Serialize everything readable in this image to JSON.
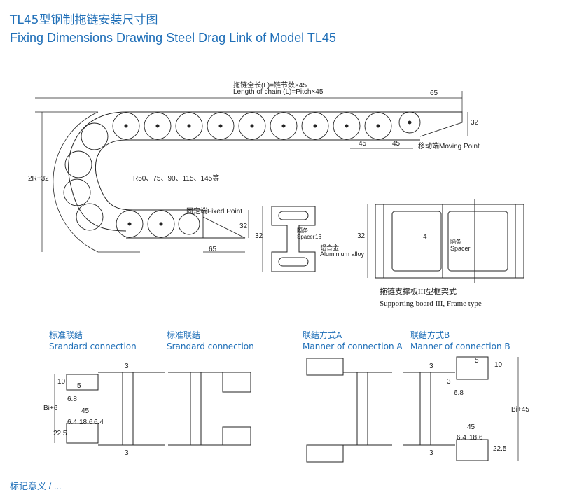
{
  "title_cn": "TL45型钢制拖链安装尺寸图",
  "title_en": "Fixing Dimensions Drawing Steel Drag Link of Model TL45",
  "chain_length_cn": "拖链全长(L)=链节数×45",
  "chain_length_en": "Length of chain (L)=Pitch×45",
  "dim_65_top": "65",
  "dim_32_top": "32",
  "dim_45_a": "45",
  "dim_45_b": "45",
  "moving_point": "移动端Moving Point",
  "dim_2r": "2R+32",
  "radius_list": "R50、75、90、115、145等",
  "fixed_point": "固定端Fixed Point",
  "dim_32_fixed": "32",
  "dim_65_bottom": "65",
  "profile": {
    "dim_32": "32",
    "spacer_cn": "隔条",
    "spacer_en": "Spacer",
    "dim_16": "16",
    "alloy_cn": "铝合金",
    "alloy_en": "Aluminium alloy"
  },
  "frame": {
    "dim_32": "32",
    "dim_4": "4",
    "spacer_cn": "隔条",
    "spacer_en": "Spacer",
    "caption_cn": "拖链支撑板III型框架式",
    "caption_en": "Supporting board III, Frame type"
  },
  "sections": [
    {
      "cn": "标准联结",
      "en": "Srandard connection"
    },
    {
      "cn": "标准联结",
      "en": "Srandard connection"
    },
    {
      "cn": "联结方式A",
      "en": "Manner of connection A"
    },
    {
      "cn": "联结方式B",
      "en": "Manner of connection B"
    }
  ],
  "conn_left": {
    "d10": "10",
    "d5": "5",
    "d68": "6.8",
    "d45": "45",
    "d64a": "6.4",
    "d186": "18.6",
    "d64b": "6.4",
    "d225": "22.5",
    "dbi6": "Bi+6",
    "d3a": "3",
    "d3b": "3"
  },
  "conn_b": {
    "d5": "5",
    "d10": "10",
    "d3a": "3",
    "d68": "6.8",
    "d45": "45",
    "d64": "6.4",
    "d186": "18.6",
    "d225": "22.5",
    "dbi45": "Bi+45",
    "d3b": "3",
    "d3c": "3"
  },
  "footer": "标记意义 / ..."
}
